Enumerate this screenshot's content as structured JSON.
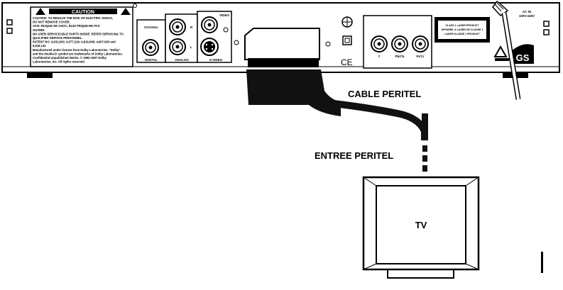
{
  "player_panel": {
    "caution_title": "CAUTION",
    "caution_text": [
      "CAUTION: TO REDUCE THE RISK OF ELECTRIC SHOCK,",
      "DO NOT REMOVE COVER.",
      "AVIS: RISQUE DE CHOC, ÉLECTRIQUE-NE PAS",
      "OUVRIR.",
      "NO USER-SERVICEABLE PARTS INSIDE. REFER SERVICING TO",
      "QUALIFIED SERVICE PERSONNEL.",
      "PATENT NO. 4,631,603; 4,577,216; 4,819,098; 4,907,093 and",
      "6,516,132",
      "Manufactured under license from Dolby Laboratories. \"Dolby\"",
      "and the double-D symbol are trademarks of Dolby Laboratories.",
      "Confidential Unpublished Works. © 1992-1997 Dolby",
      "Laboratories, Inc. All rights reserved."
    ],
    "coaxial_label": "COAXIAL",
    "digital_label": "DIGITAL",
    "analog_r_label": "R",
    "analog_l_label": "L",
    "analog_label": "ANALOG",
    "video_label": "VIDEO",
    "svideo_label": "S-VIDEO",
    "component_labels": [
      "Y",
      "Pb/Cb",
      "Pr/Cr"
    ],
    "laser_text": [
      "CLASS 1 LASER PRODUCT",
      "APPAREIL A LASER DE CLASSE 1",
      "LASER KLASSE 1 PRODUKT"
    ],
    "ac_text": [
      "AC IN",
      "100V-240V"
    ],
    "ce_mark": "CE",
    "gs_mark": "GS"
  },
  "labels": {
    "cable": "CABLE PERITEL",
    "entree": "ENTREE PERITEL",
    "tv": "TV"
  },
  "colors": {
    "line": "#000000",
    "fill": "#ffffff",
    "cable": "#111111"
  }
}
